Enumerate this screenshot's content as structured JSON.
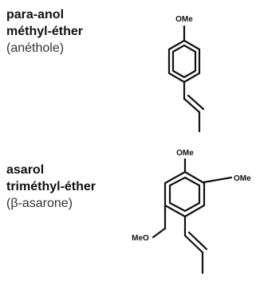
{
  "compounds": [
    {
      "name_line1": "para-anol",
      "name_line2": "méthyl-éther",
      "common_name": "(anéthole)",
      "substituents": {
        "top": "OMe"
      }
    },
    {
      "name_line1": "asarol",
      "name_line2": "triméthyl-éther",
      "common_name": "(β-asarone)",
      "substituents": {
        "top": "OMe",
        "right": "OMe",
        "left": "MeO"
      }
    }
  ]
}
